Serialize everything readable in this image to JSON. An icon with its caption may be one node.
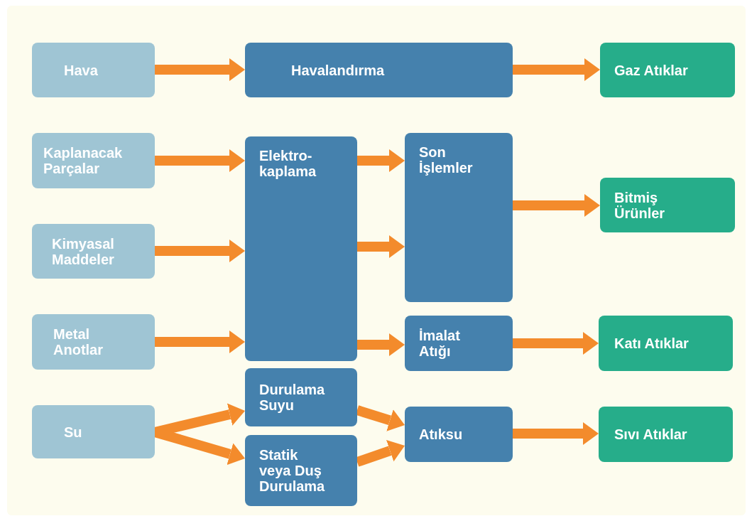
{
  "diagram": {
    "nodes": [
      {
        "text": [
          "Hava"
        ]
      },
      {
        "text": [
          "Havalandırma"
        ]
      },
      {
        "text": [
          "Gaz Atıklar"
        ]
      },
      {
        "text": [
          "Kaplanacak Parçalar"
        ]
      },
      {
        "text": [
          "Elektro- kaplama"
        ]
      },
      {
        "text": [
          "Son İşlemler"
        ]
      },
      {
        "text": [
          "Bitmiş Ürünler"
        ]
      },
      {
        "text": [
          "Kimyasal Maddeler"
        ]
      },
      {
        "text": [
          "Metal Anotlar"
        ]
      },
      {
        "text": [
          "İmalat Atığı"
        ]
      },
      {
        "text": [
          "Katı Atıklar"
        ]
      },
      {
        "text": [
          "Durulama Suyu"
        ]
      },
      {
        "text": [
          "Su"
        ]
      },
      {
        "text": [
          "Atıksu"
        ]
      },
      {
        "text": [
          "Statik veya Duş Durulama"
        ]
      },
      {
        "text": [
          "Sıvı Atıklar"
        ]
      }
    ],
    "edges": [
      {
        "from": 0,
        "to": 1,
        "arrow": "to"
      },
      {
        "from": 1,
        "to": 2,
        "arrow": "to"
      },
      {
        "from": 3,
        "to": 4,
        "arrow": "to"
      },
      {
        "from": 7,
        "to": 4,
        "arrow": "to"
      },
      {
        "from": 8,
        "to": 4,
        "arrow": "to"
      },
      {
        "from": 4,
        "to": 5,
        "arrow": "to"
      },
      {
        "from": 4,
        "to": 5,
        "arrow": "to"
      },
      {
        "from": 5,
        "to": 6,
        "arrow": "to"
      },
      {
        "from": 4,
        "to": 9,
        "arrow": "to"
      },
      {
        "from": 9,
        "to": 10,
        "arrow": "to"
      },
      {
        "from": 12,
        "to": 11,
        "arrow": "to"
      },
      {
        "from": 12,
        "to": 14,
        "arrow": "to"
      },
      {
        "from": 11,
        "to": 13,
        "arrow": "to"
      },
      {
        "from": 14,
        "to": 13,
        "arrow": "to"
      },
      {
        "from": 13,
        "to": 15,
        "arrow": "to"
      }
    ]
  }
}
